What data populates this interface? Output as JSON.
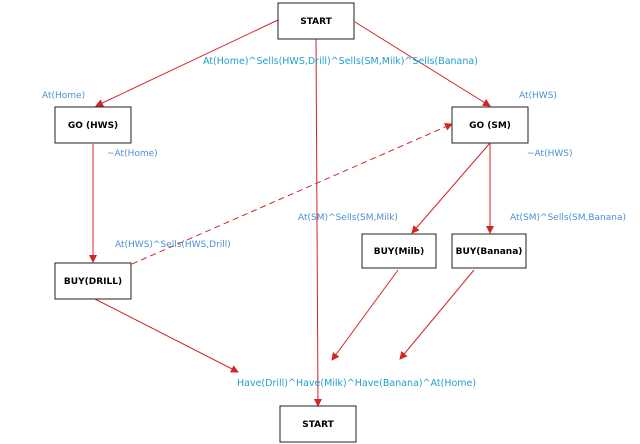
{
  "nodes": {
    "start_top": "START",
    "go_hws": "GO (HWS)",
    "go_sm": "GO (SM)",
    "buy_drill": "BUY(DRILL)",
    "buy_milk": "BUY(Milb)",
    "buy_banana": "BUY(Banana)",
    "start_bottom": "START"
  },
  "conditions": {
    "initial_state": "At(Home)^Sells(HWS,Drill)^Sells(SM,Milk)^Sells(Banana)",
    "go_hws_pre": "At(Home)",
    "go_hws_post": "~At(Home)",
    "go_sm_pre": "At(HWS)",
    "go_sm_post": "~At(HWS)",
    "buy_drill_pre": "At(HWS)^Sells(HWS,Drill)",
    "buy_milk_pre": "At(SM)^Sells(SM,Milk)",
    "buy_banana_pre": "At(SM)^Sells(SM,Banana)",
    "goal_state": "Have(Drill)^Have(Milk)^Have(Banana)^At(Home)"
  },
  "colors": {
    "edge": "#d42525",
    "condition_text": "#4a8fd6",
    "node_border": "#222222"
  }
}
